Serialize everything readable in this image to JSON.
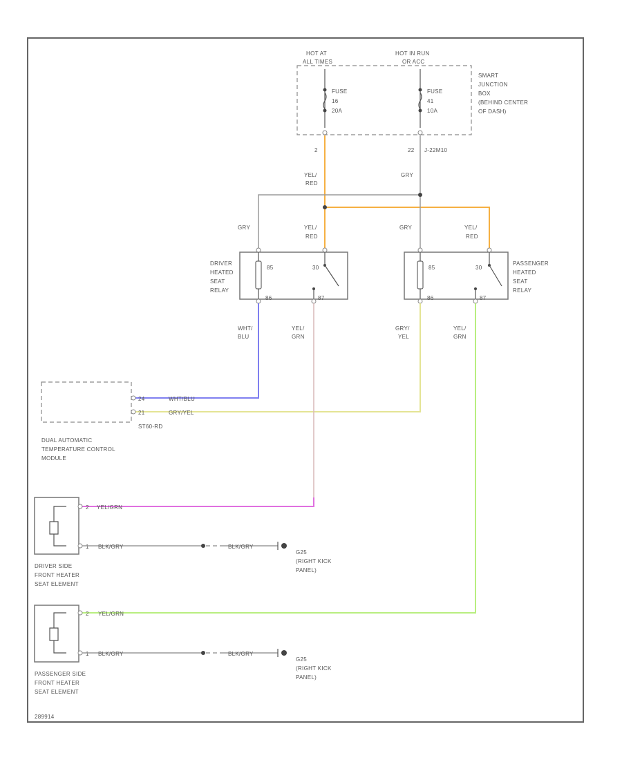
{
  "smart_junction_box": {
    "hot_left": [
      "HOT AT",
      "ALL TIMES"
    ],
    "hot_right": [
      "HOT IN RUN",
      "OR ACC"
    ],
    "fuse_left": [
      "FUSE",
      "16",
      "20A"
    ],
    "fuse_right": [
      "FUSE",
      "41",
      "10A"
    ],
    "label": [
      "SMART",
      "JUNCTION",
      "BOX",
      "(BEHIND CENTER",
      "OF DASH)"
    ],
    "pin_left": "2",
    "pin_right": "22",
    "connector": "J-22M10"
  },
  "wires": {
    "yel_red": [
      "YEL/",
      "RED"
    ],
    "gry": "GRY",
    "whtblu": [
      "WHT/",
      "BLU"
    ],
    "yelgrn_driver": [
      "YEL/",
      "GRN"
    ],
    "gryyel": [
      "GRY/",
      "YEL"
    ],
    "yelgrn_pass": [
      "YEL/",
      "GRN"
    ],
    "dual_wht_blu": "WHT/BLU",
    "dual_gry_yel": "GRY/YEL",
    "driver_seat_wire": "YEL/GRN",
    "driver_ground_wire": "BLK/GRY",
    "driver_ground_jumper": "BLK/GRY",
    "pass_seat_wire": "YEL/GRN",
    "pass_ground_wire": "BLK/GRY",
    "pass_ground_jumper": "BLK/GRY"
  },
  "driver_relay": {
    "label": [
      "DRIVER",
      "HEATED",
      "SEAT",
      "RELAY"
    ],
    "pin_85": "85",
    "pin_30": "30",
    "pin_86": "86",
    "pin_87": "87"
  },
  "passenger_relay": {
    "label": [
      "PASSENGER",
      "HEATED",
      "SEAT",
      "RELAY"
    ],
    "pin_85": "85",
    "pin_30": "30",
    "pin_86": "86",
    "pin_87": "87"
  },
  "dual_module": {
    "label": [
      "DUAL AUTOMATIC",
      "TEMPERATURE CONTROL",
      "MODULE"
    ],
    "pin_top": "24",
    "pin_bottom": "21",
    "connector": "ST60-RD"
  },
  "driver_seat": {
    "label": [
      "DRIVER SIDE",
      "FRONT HEATER",
      "SEAT ELEMENT"
    ],
    "pin_top": "2",
    "pin_bottom": "1",
    "ground": [
      "G25",
      "(RIGHT KICK",
      "PANEL)"
    ]
  },
  "passenger_seat": {
    "label": [
      "PASSENGER SIDE",
      "FRONT HEATER",
      "SEAT ELEMENT"
    ],
    "pin_top": "2",
    "pin_bottom": "1",
    "ground": [
      "G25",
      "(RIGHT KICK",
      "PANEL)"
    ]
  },
  "footer_code": "289914",
  "colors": {
    "yel_red": "#f6b042",
    "gry": "#9a9a9a",
    "wht_blu": "#7f7ff0",
    "gry_yel": "#e4e494",
    "yel_grn_driver": "#e070e0",
    "yel_grn_pass": "#b8ee80"
  }
}
